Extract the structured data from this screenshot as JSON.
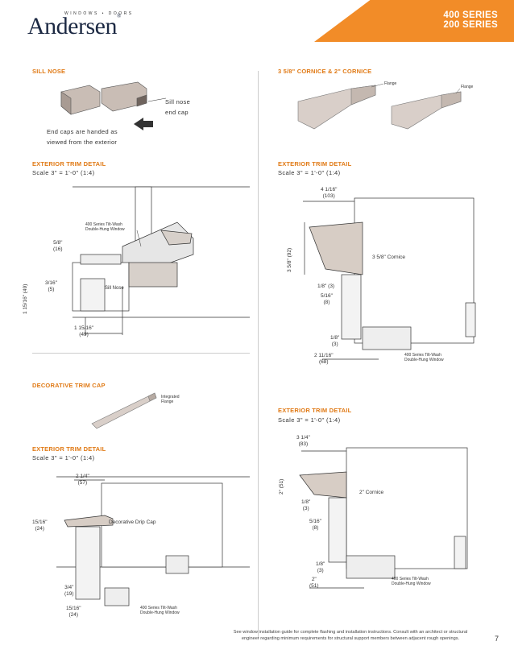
{
  "header": {
    "brand": "Andersen",
    "brand_tag": "WINDOWS • DOORS",
    "series_line1": "400 SERIES",
    "series_line2": "200 SERIES",
    "accent_color": "#f28c28"
  },
  "sill_nose": {
    "title": "SILL NOSE",
    "callout": "Sill nose end cap",
    "callout_line1": "Sill nose",
    "callout_line2": "end cap",
    "note_line1": "End caps are handed as",
    "note_line2": "viewed from the exterior"
  },
  "cornice_top": {
    "title": "3 5/8\" CORNICE & 2\" CORNICE",
    "flange_left": "Flange",
    "flange_right": "Flange"
  },
  "detail_a": {
    "title": "EXTERIOR TRIM DETAIL",
    "scale": "Scale 3\" = 1'-0\" (1:4)",
    "window_label_1": "400 Series Tilt-Wash",
    "window_label_2": "Double-Hung Window",
    "sill_nose_label": "Sill Nose",
    "dim_5_8": "5/8\"",
    "dim_16": "(16)",
    "dim_1_15_16": "1 15/16\"",
    "dim_49a": "(49)",
    "dim_3_16": "3/16\"",
    "dim_5": "(5)",
    "dim_1_15_16b": "1 15/16\"",
    "dim_49b": "(49)"
  },
  "detail_b": {
    "title": "EXTERIOR TRIM DETAIL",
    "scale": "Scale 3\" = 1'-0\" (1:4)",
    "dim_4_1_16": "4 1/16\"",
    "dim_103": "(103)",
    "dim_3_5_8_v": "3 5/8\"",
    "dim_92": "(92)",
    "cornice_label": "3 5/8\" Cornice",
    "dim_1_8": "1/8\" (3)",
    "dim_5_16": "5/16\"",
    "dim_8": "(8)",
    "dim_1_8b": "1/8\"",
    "dim_3b": "(3)",
    "dim_2_11_16": "2 11/16\"",
    "dim_68": "(68)",
    "window_label_1": "400 Series Tilt-Wash",
    "window_label_2": "Double-Hung Window"
  },
  "decorative": {
    "title": "DECORATIVE TRIM CAP",
    "flange_label_1": "Integrated",
    "flange_label_2": "Flange"
  },
  "detail_c": {
    "title": "EXTERIOR TRIM DETAIL",
    "scale": "Scale 3\" = 1'-0\" (1:4)",
    "dim_2_1_4": "2 1/4\"",
    "dim_57": "(57)",
    "dim_15_16": "15/16\"",
    "dim_24": "(24)",
    "drip_cap_label": "Decorative Drip Cap",
    "dim_3_4": "3/4\"",
    "dim_19": "(19)",
    "dim_15_16b": "15/16\"",
    "dim_24b": "(24)",
    "window_label_1": "400 Series Tilt-Wash",
    "window_label_2": "Double-Hung Window"
  },
  "detail_d": {
    "title": "EXTERIOR TRIM DETAIL",
    "scale": "Scale 3\" = 1'-0\" (1:4)",
    "dim_3_1_4": "3 1/4\"",
    "dim_83": "(83)",
    "dim_2v": "2\"",
    "dim_51v": "(51)",
    "cornice_label": "2\" Cornice",
    "dim_1_8": "1/8\"",
    "dim_3": "(3)",
    "dim_5_16": "5/16\"",
    "dim_8": "(8)",
    "dim_1_8b": "1/8\"",
    "dim_3b": "(3)",
    "dim_2h": "2\"",
    "dim_51h": "(51)",
    "window_label_1": "400 Series Tilt-Wash",
    "window_label_2": "Double-Hung Window"
  },
  "footer": {
    "line1": "See window installation guide for complete flashing and installation instructions. Consult with an architect or structural",
    "line2": "engineer regarding minimum requirements for structural support members between adjacent rough openings.",
    "page": "7"
  }
}
